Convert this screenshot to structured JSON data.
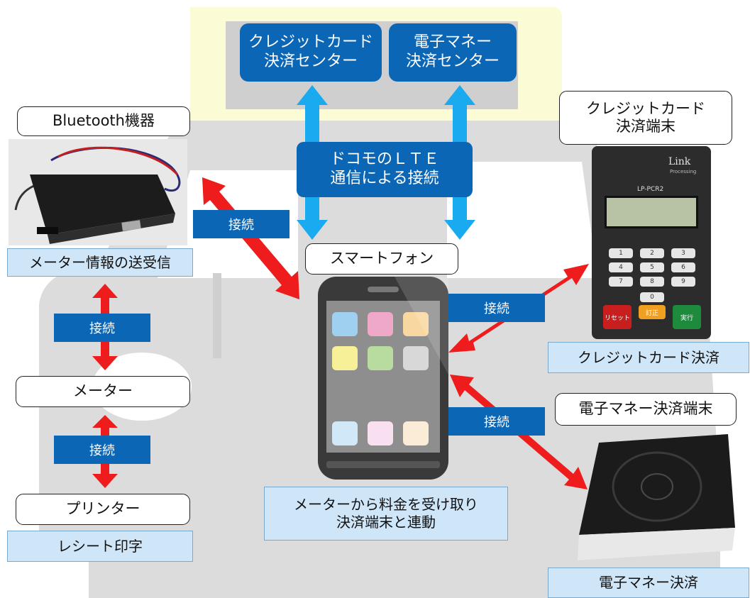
{
  "centers": {
    "credit_center": "クレジットカード\n決済センター",
    "emoney_center": "電子マネー\n決済センター"
  },
  "network": {
    "lte_label": "ドコモのＬＴＥ\n通信による接続"
  },
  "bluetooth": {
    "title": "Bluetooth機器",
    "caption": "メーター情報の送受信"
  },
  "meter": {
    "title": "メーター"
  },
  "printer": {
    "title": "プリンター",
    "caption": "レシート印字"
  },
  "smartphone": {
    "title": "スマートフォン",
    "caption": "メーターから料金を受け取り\n決済端末と連動"
  },
  "credit_terminal": {
    "title": "クレジットカード\n決済端末",
    "caption": "クレジットカード決済",
    "brand": "Link",
    "brand_sub": "Processing",
    "model": "LP-PCR2",
    "keys": [
      "1",
      "2",
      "3",
      "4",
      "5",
      "6",
      "7",
      "8",
      "9"
    ],
    "key_zero": "0",
    "key_reset": "リセット",
    "key_fix": "訂正",
    "key_exec": "実行"
  },
  "emoney_terminal": {
    "title": "電子マネー決済端末",
    "caption": "電子マネー決済"
  },
  "connections": {
    "bt_phone": "接続",
    "bt_meter": "接続",
    "meter_printer": "接続",
    "phone_credit": "接続",
    "phone_emoney": "接続"
  },
  "colors": {
    "taxi_gray": "#dcdcdc",
    "roof_yellow": "#fbfbd6",
    "box_blue": "#0b66b6",
    "arrow_red": "#ee1c1c",
    "arrow_cyan": "#1aaaf0",
    "caption_blue": "#cfe5f8"
  }
}
